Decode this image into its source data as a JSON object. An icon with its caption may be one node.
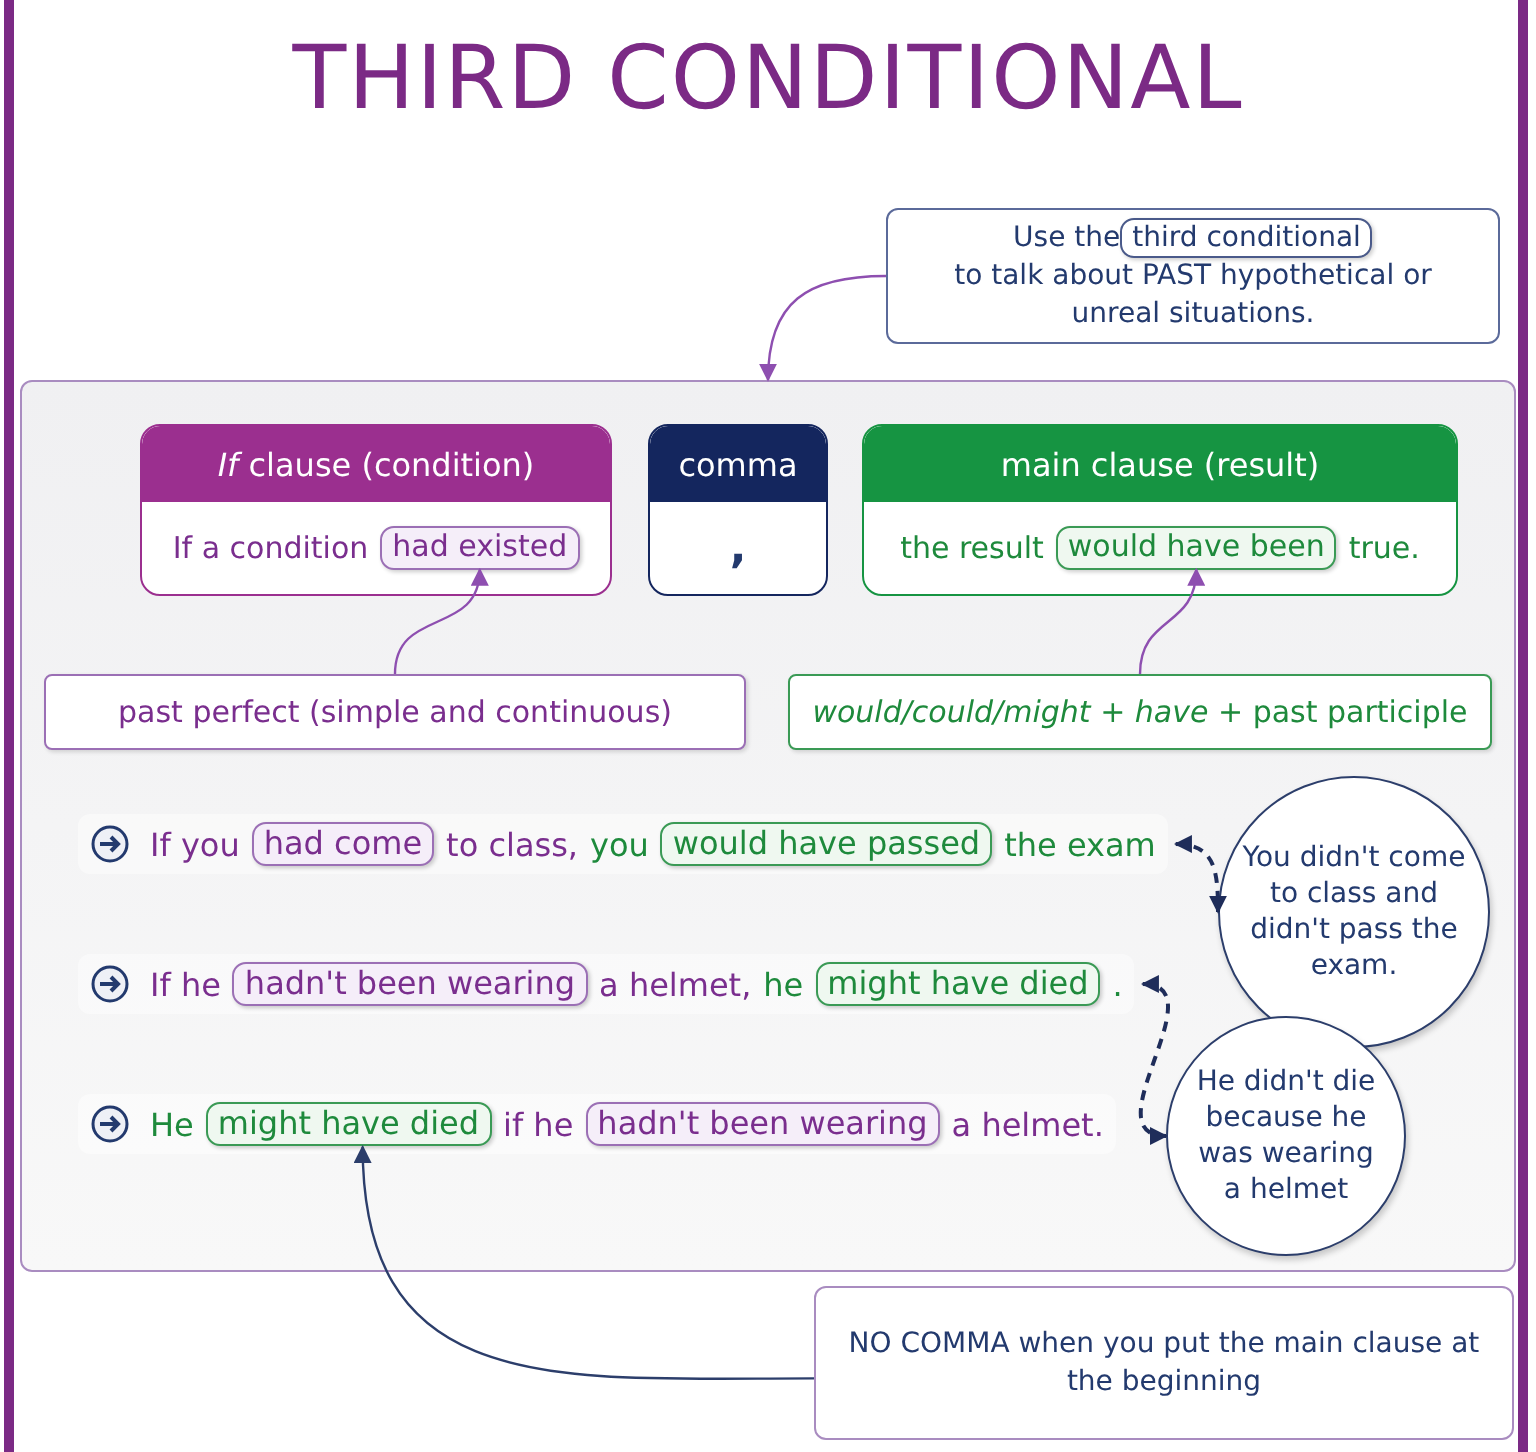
{
  "diagram": {
    "title": "THIRD CONDITIONAL",
    "nodes": [
      {
        "text": [
          "Use the",
          "to talk about PAST hypothetical or unreal situations."
        ]
      },
      {
        "text": [
          "third conditional"
        ],
        "in": 0
      },
      {
        "text": [],
        "shape": "box"
      },
      {
        "text": [
          "*If* clause (condition)",
          "If a condition"
        ],
        "in": 2
      },
      {
        "text": [
          "had existed"
        ],
        "in": 3
      },
      {
        "text": [
          "comma",
          ","
        ],
        "in": 2
      },
      {
        "text": [
          "main clause (result)",
          "the result",
          "true."
        ],
        "in": 2
      },
      {
        "text": [
          "would have been"
        ],
        "in": 6
      },
      {
        "text": [
          "past perfect (simple and continuous)"
        ],
        "in": 2
      },
      {
        "text": [
          "*would/could/might* + *have* + past participle"
        ],
        "in": 2
      },
      {
        "text": [
          "If you",
          "to class,",
          "you",
          "the exam"
        ],
        "in": 2
      },
      {
        "text": [
          "had come"
        ],
        "in": 10
      },
      {
        "text": [
          "would have passed"
        ],
        "in": 10
      },
      {
        "text": [
          "You didn't come to class and didn't pass the exam."
        ],
        "in": 2
      },
      {
        "text": [
          "If he",
          "a helmet,",
          "he",
          "."
        ],
        "in": 2
      },
      {
        "text": [
          "hadn't been wearing"
        ],
        "in": 14
      },
      {
        "text": [
          "might have died"
        ],
        "in": 14
      },
      {
        "text": [
          "He didn't die because he was wearing a helmet"
        ],
        "in": 2
      },
      {
        "text": [
          "He",
          "if he",
          "a helmet."
        ],
        "in": 2
      },
      {
        "text": [
          "might have died"
        ],
        "in": 18
      },
      {
        "text": [
          "hadn't been wearing"
        ],
        "in": 18
      },
      {
        "text": [
          "NO COMMA when you put the main clause at the beginning"
        ]
      }
    ],
    "edges": [
      {
        "from": 0,
        "to": 2,
        "arrow": "to",
        "color": "#8e4fb0"
      },
      {
        "from": 8,
        "to": 4,
        "arrow": "to",
        "color": "#8e4fb0"
      },
      {
        "from": 9,
        "to": 7,
        "arrow": "to",
        "color": "#8e4fb0"
      },
      {
        "from": 10,
        "to": 13,
        "arrow": "both",
        "style": "dashed",
        "color": "#1f2d5a"
      },
      {
        "from": 14,
        "to": 17,
        "arrow": "both",
        "style": "dashed",
        "color": "#1f2d5a"
      },
      {
        "from": 21,
        "to": 19,
        "arrow": "to",
        "color": "#2c3e6b"
      }
    ]
  }
}
